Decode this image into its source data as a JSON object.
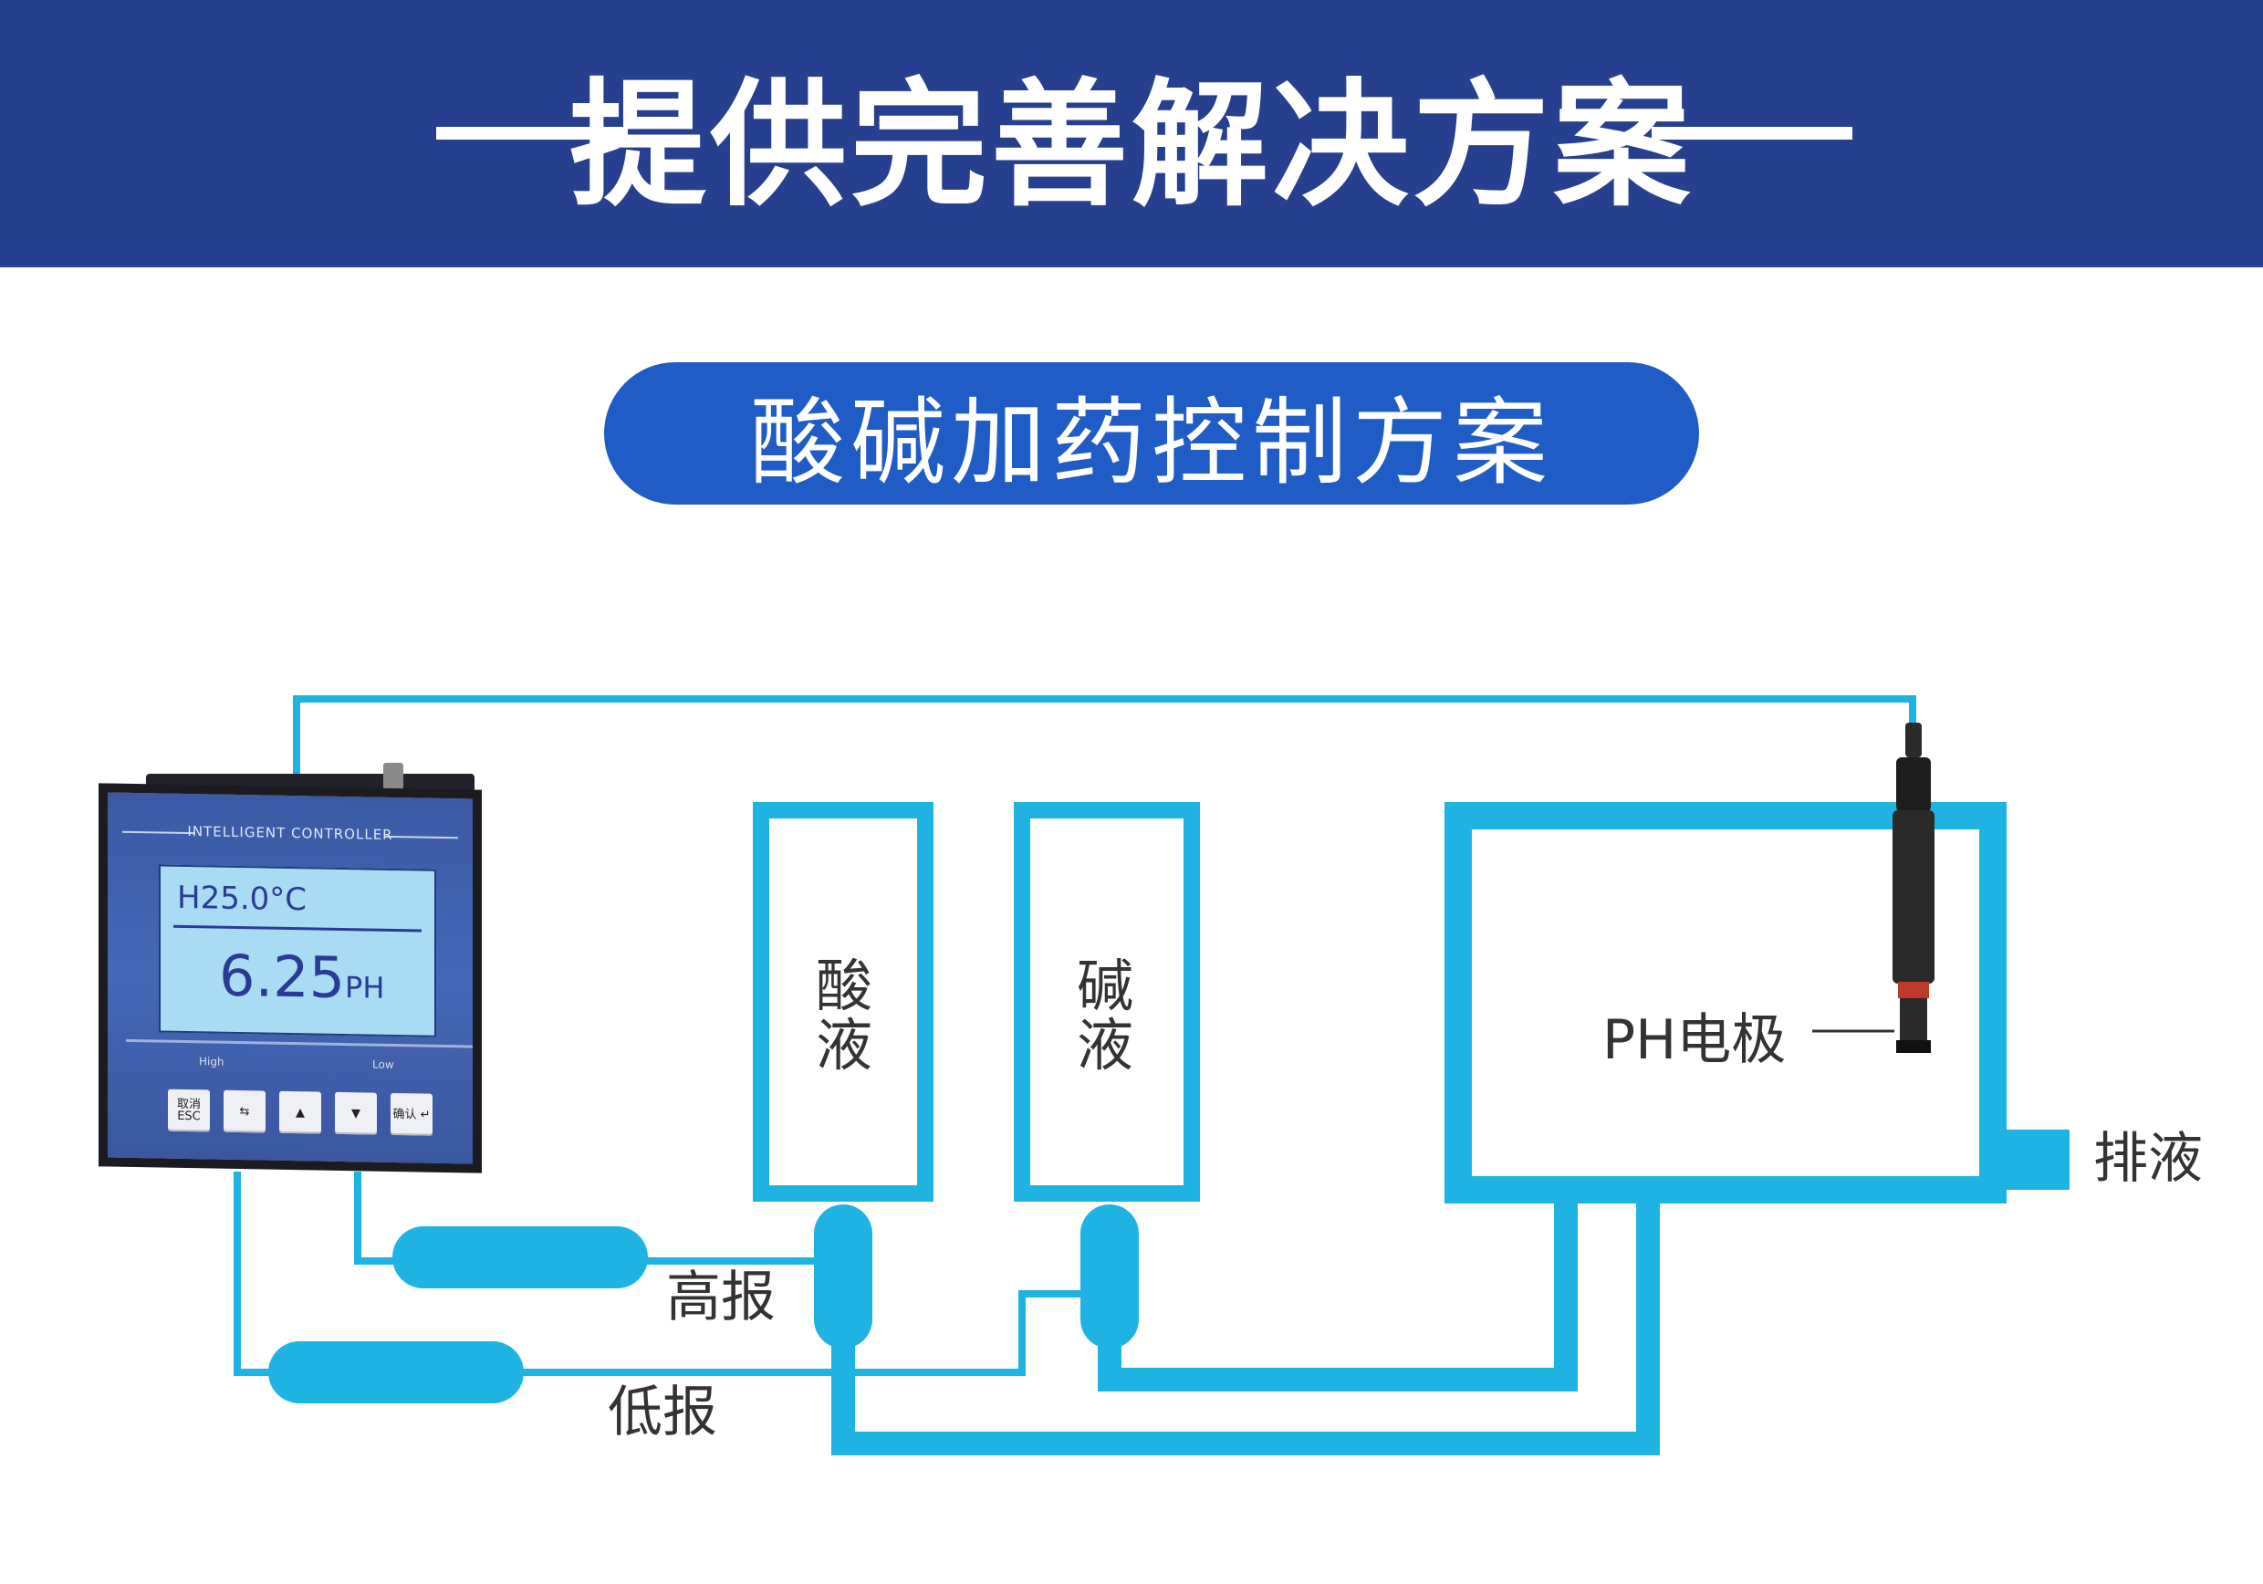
{
  "header": {
    "title": "提供完善解决方案"
  },
  "subtitle": "酸碱加药控制方案",
  "diagram": {
    "acid_tank": "酸液",
    "base_tank": "碱液",
    "electrode": "PH电极",
    "drain": "排液",
    "high_alarm": "高报",
    "low_alarm": "低报"
  },
  "controller": {
    "brand": "INTELLIGENT CONTROLLER",
    "temp_reading": "H25.0°C",
    "ph_value": "6.25",
    "ph_unit": "PH",
    "high_indicator": "High",
    "low_indicator": "Low",
    "keys": [
      "取消 ESC",
      "⇆",
      "▲",
      "▼",
      "确认 ↵"
    ]
  },
  "colors": {
    "banner": "#263f8e",
    "pill": "#1f5cc6",
    "pipe": "#1fb3e3"
  }
}
